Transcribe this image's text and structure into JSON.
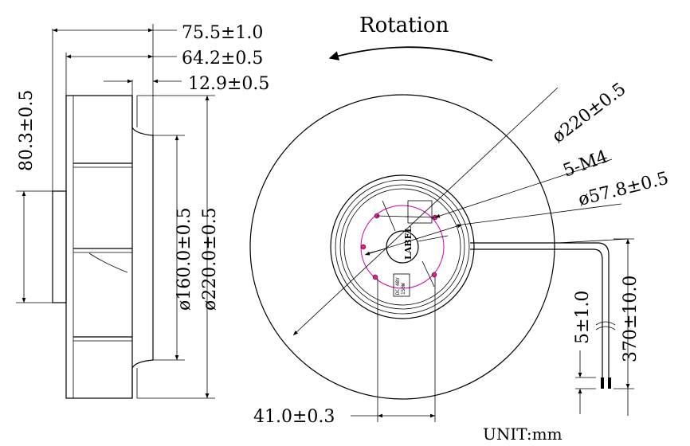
{
  "rotation": {
    "label": "Rotation"
  },
  "side_view": {
    "dim_overall_width": "75.5±1.0",
    "dim_blade_width": "64.2±0.5",
    "dim_hub_offset": "12.9±0.5",
    "dim_height": "80.3±0.5",
    "dim_inner_diameter": "ø160.0±0.5",
    "dim_outer_diameter": "ø220.0±0.5"
  },
  "front_view": {
    "dim_diameter": "ø220±0.5",
    "dim_screws": "5-M4",
    "dim_hub_diameter": "ø57.8±0.5",
    "dim_bottom": "41.0±0.3",
    "dim_lead_strip": "5±1.0",
    "dim_cable_length": "370±10.0",
    "hub_label": "LABEL"
  },
  "unit": "UNIT:mm"
}
